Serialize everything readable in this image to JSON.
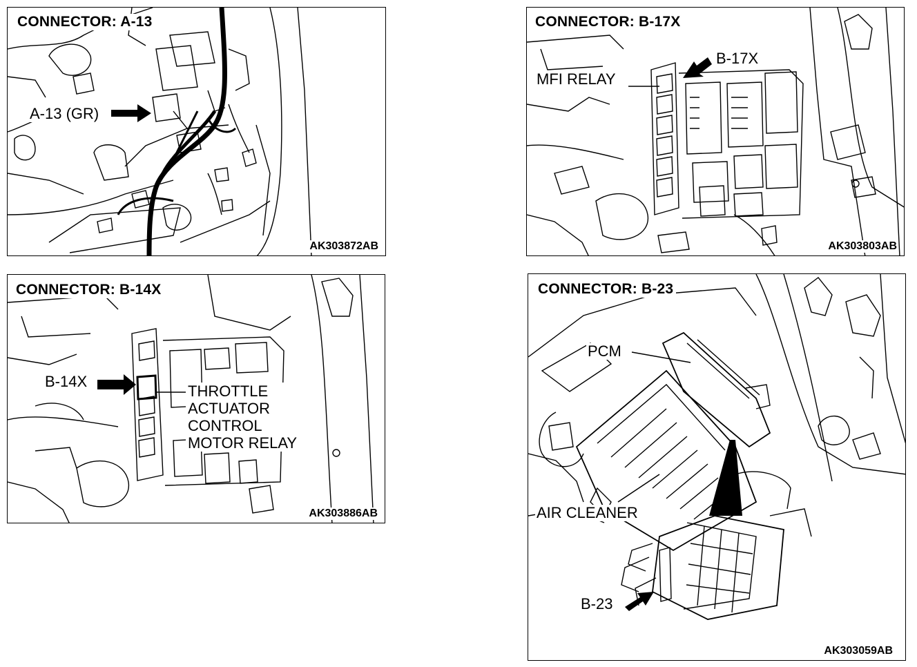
{
  "panels": {
    "a13": {
      "title": "CONNECTOR: A-13",
      "code": "AK303872AB",
      "label": "A-13 (GR)"
    },
    "b17x": {
      "title": "CONNECTOR: B-17X",
      "code": "AK303803AB",
      "connector_label": "B-17X",
      "relay_label": "MFI RELAY"
    },
    "b14x": {
      "title": "CONNECTOR: B-14X",
      "code": "AK303886AB",
      "connector_label": "B-14X",
      "relay_lines": [
        "THROTTLE",
        "ACTUATOR",
        "CONTROL",
        "MOTOR RELAY"
      ]
    },
    "b23": {
      "title": "CONNECTOR: B-23",
      "code": "AK303059AB",
      "pcm_label": "PCM",
      "air_cleaner_label": "AIR CLEANER",
      "connector_label": "B-23"
    }
  }
}
